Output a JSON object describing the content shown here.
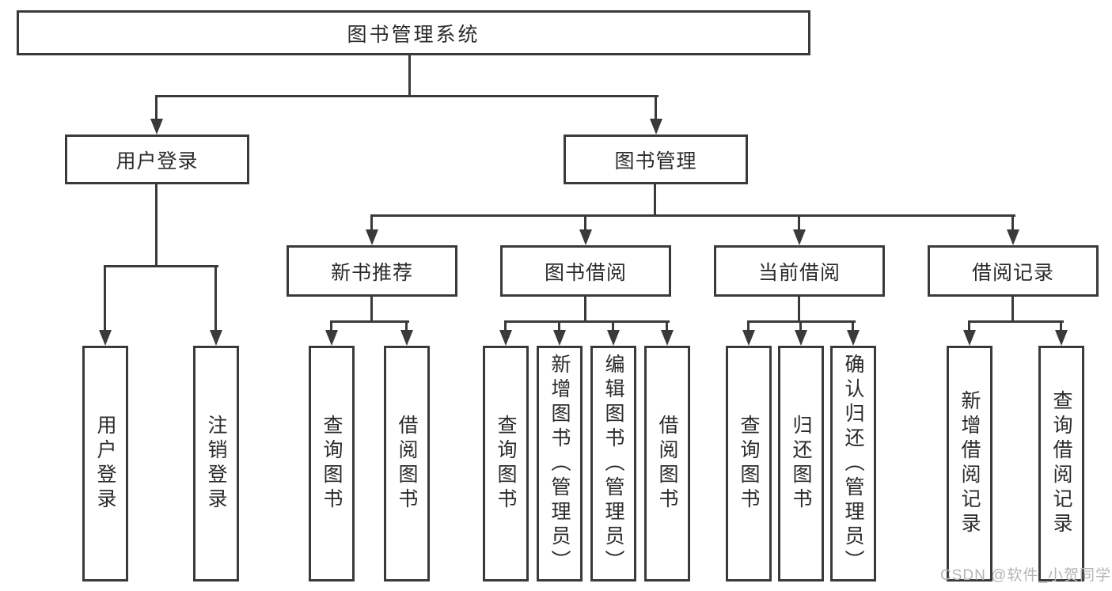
{
  "diagram": {
    "title": "图书管理系统",
    "branches": [
      {
        "label": "用户登录",
        "children": [
          "用户登录",
          "注销登录"
        ]
      },
      {
        "label": "图书管理",
        "groups": [
          {
            "label": "新书推荐",
            "children": [
              "查询图书",
              "借阅图书"
            ]
          },
          {
            "label": "图书借阅",
            "children": [
              "查询图书",
              "新增图书（管理员）",
              "编辑图书（管理员）",
              "借阅图书"
            ]
          },
          {
            "label": "当前借阅",
            "children": [
              "查询图书",
              "归还图书",
              "确认归还（管理员）"
            ]
          },
          {
            "label": "借阅记录",
            "children": [
              "新增借阅记录",
              "查询借阅记录"
            ]
          }
        ]
      }
    ]
  },
  "watermark": {
    "text": "CSDN @软件_小贺同学"
  },
  "colors": {
    "line": "#3a3a3a",
    "text": "#2b2b2b",
    "watermark": "#b4b4b4",
    "bg": "#ffffff"
  }
}
